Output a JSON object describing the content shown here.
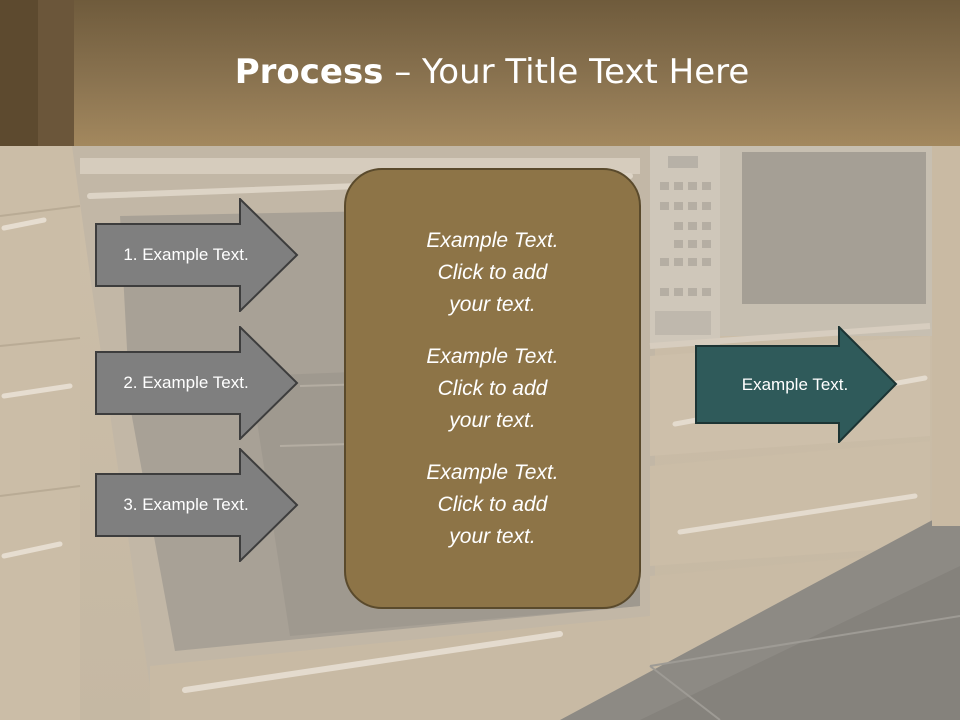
{
  "slide": {
    "title_strong": "Process",
    "title_rest": " – Your Title Text Here"
  },
  "diagram": {
    "inputs": [
      {
        "label": "1. Example Text."
      },
      {
        "label": "2. Example Text."
      },
      {
        "label": "3. Example Text."
      }
    ],
    "center_blocks": [
      {
        "text": "Example Text.\nClick  to add\nyour text."
      },
      {
        "text": "Example Text.\nClick  to add\nyour text."
      },
      {
        "text": "Example Text.\nClick  to add\nyour text."
      }
    ],
    "output": {
      "label": "Example Text."
    }
  },
  "colors": {
    "title_band": "#8a7350",
    "input_arrow_fill": "#7f7f7f",
    "input_arrow_stroke": "#3d3d3d",
    "center_box_fill": "#8d7447",
    "output_arrow_fill": "#2f5a5a",
    "output_arrow_stroke": "#1c3434"
  }
}
